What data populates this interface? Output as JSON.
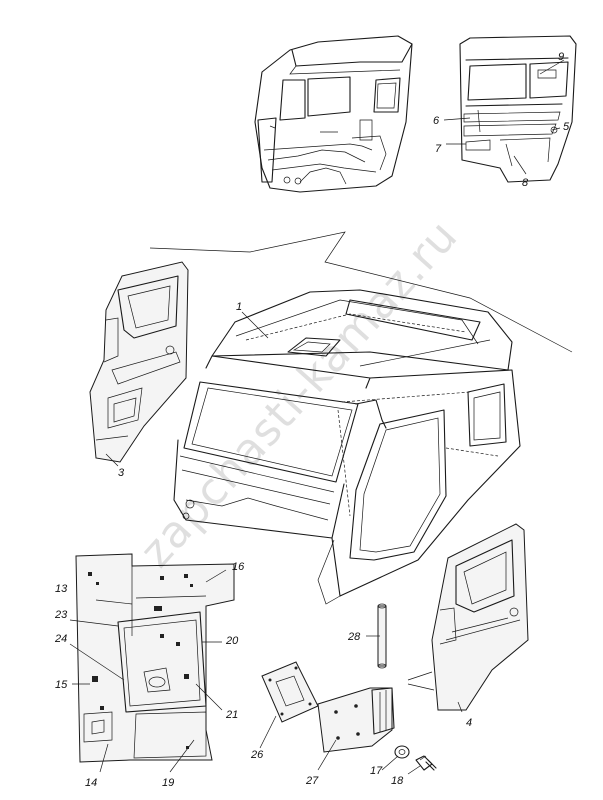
{
  "watermark": "zapchasti-kamaz.ru",
  "callouts": [
    {
      "id": "c1",
      "label": "1"
    },
    {
      "id": "c3",
      "label": "3"
    },
    {
      "id": "c4",
      "label": "4"
    },
    {
      "id": "c5",
      "label": "5"
    },
    {
      "id": "c6",
      "label": "6"
    },
    {
      "id": "c7",
      "label": "7"
    },
    {
      "id": "c8",
      "label": "8"
    },
    {
      "id": "c9",
      "label": "9"
    },
    {
      "id": "c13",
      "label": "13"
    },
    {
      "id": "c14",
      "label": "14"
    },
    {
      "id": "c15",
      "label": "15"
    },
    {
      "id": "c16",
      "label": "16"
    },
    {
      "id": "c17",
      "label": "17"
    },
    {
      "id": "c18",
      "label": "18"
    },
    {
      "id": "c19",
      "label": "19"
    },
    {
      "id": "c20",
      "label": "20"
    },
    {
      "id": "c21",
      "label": "21"
    },
    {
      "id": "c23",
      "label": "23"
    },
    {
      "id": "c24",
      "label": "24"
    },
    {
      "id": "c26",
      "label": "26"
    },
    {
      "id": "c27",
      "label": "27"
    },
    {
      "id": "c28",
      "label": "28"
    }
  ]
}
